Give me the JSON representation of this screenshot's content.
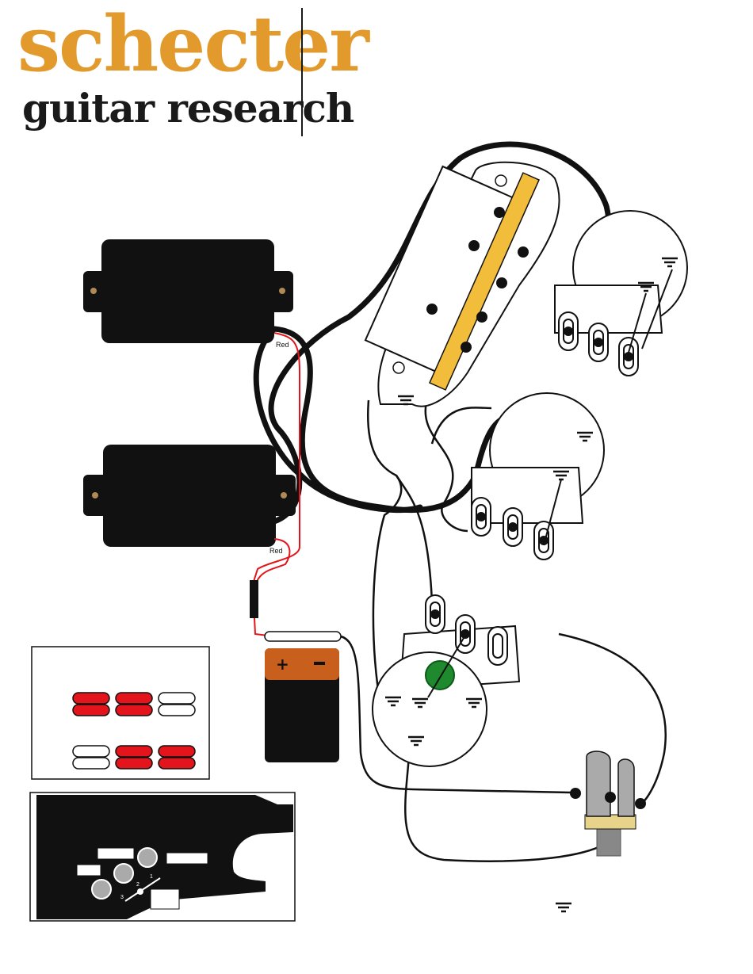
{
  "brand": {
    "name": "schecter",
    "tagline": "guitar research"
  },
  "wires": {
    "neck_lead_label": "Red",
    "bridge_lead_label": "Red"
  },
  "switch_diagram": {
    "positions": [
      "1",
      "2",
      "3"
    ]
  },
  "colors": {
    "brand_orange": "#e29a2c",
    "pickup_black": "#111111",
    "wire_red": "#e3141b",
    "switch_yellow": "#f2bd3a",
    "battery_orange": "#c85f1c",
    "led_green": "#1f8a2d"
  }
}
